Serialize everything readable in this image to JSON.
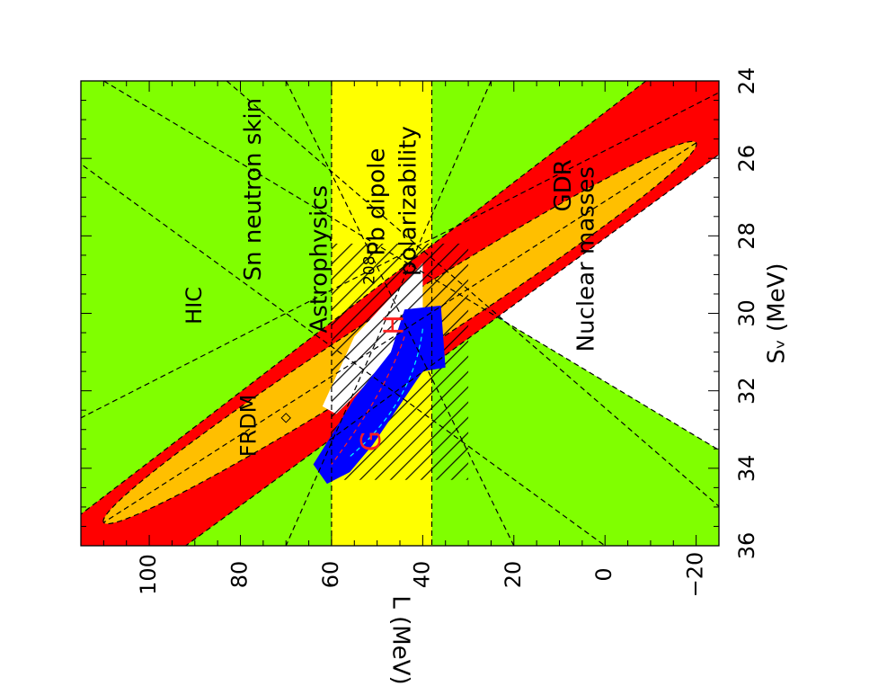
{
  "chart_data": {
    "type": "area",
    "rotation_deg": 90,
    "xlabel": "S_v (MeV)",
    "ylabel": "L (MeV)",
    "xlim": [
      24,
      36
    ],
    "ylim": [
      -25,
      115
    ],
    "xticks": [
      24,
      26,
      28,
      30,
      32,
      34,
      36
    ],
    "yticks": [
      -20,
      0,
      20,
      40,
      60,
      80,
      100
    ],
    "grid": false,
    "colors": {
      "hic": "#80ff00",
      "sn_neutron_skin": "#00ffff",
      "dipole_polarizability": "#ffff00",
      "gdr": "#ff0000",
      "nuclear_masses": "#ffbf00",
      "intersection": "#0000ff",
      "G_H_markers": "#ff2020"
    },
    "regions": [
      {
        "label": "HIC",
        "shape": "band",
        "boundary_1": [
          [
            24,
            -30
          ],
          [
            36,
            170
          ]
        ],
        "boundary_2": [
          [
            24,
            110
          ],
          [
            36,
            -60
          ]
        ]
      },
      {
        "label": "Sn neutron skin",
        "shape": "band",
        "boundary_1": [
          [
            24,
            83
          ],
          [
            36,
            -35
          ]
        ],
        "boundary_2": [
          [
            24,
            140
          ],
          [
            36,
            0
          ]
        ]
      },
      {
        "label": "208Pb dipole polarizability",
        "shape": "band",
        "boundary_1": [
          [
            24,
            25
          ],
          [
            36,
            70
          ]
        ],
        "boundary_2": [
          [
            24,
            70
          ],
          [
            36,
            20
          ]
        ]
      },
      {
        "label": "GDR",
        "shape": "band",
        "boundary_1": [
          [
            24,
            -9
          ],
          [
            36,
            124
          ]
        ],
        "boundary_2": [
          [
            24,
            -47
          ],
          [
            36,
            92
          ]
        ]
      },
      {
        "label": "Nuclear masses",
        "shape": "ellipse",
        "center": [
          30.5,
          45
        ],
        "tips": [
          [
            25.6,
            -20
          ],
          [
            35.4,
            110
          ]
        ],
        "minor_halfwidth_L": 9
      },
      {
        "label": "Astrophysics",
        "shape": "hatched_rect",
        "S_v_range": [
          28.2,
          34.3
        ],
        "L_range": [
          30,
          60
        ]
      },
      {
        "label": "intersection",
        "shape": "polygon",
        "points": [
          [
            29.8,
            36
          ],
          [
            31.4,
            36
          ],
          [
            34.1,
            61
          ],
          [
            34.5,
            60
          ],
          [
            34,
            57
          ],
          [
            32.6,
            49
          ],
          [
            31.7,
            44
          ],
          [
            29.9,
            36
          ]
        ]
      }
    ],
    "lines": [
      {
        "label": "L=60",
        "y": 60
      },
      {
        "label": "L=38",
        "y": 38
      }
    ],
    "points": [
      {
        "label": "FRDM",
        "S_v": 32.7,
        "L": 70
      }
    ],
    "labels": {
      "hic": "HIC",
      "sn_neutron_skin": "Sn neutron skin",
      "astrophysics": "Astrophysics",
      "pb_superscript": "208",
      "pb_line1": "Pb dipole",
      "pb_line2": "polarizability",
      "gdr": "GDR",
      "nuclear_masses": "Nuclear masses",
      "frdm": "FRDM",
      "g": "G",
      "h": "H"
    }
  }
}
